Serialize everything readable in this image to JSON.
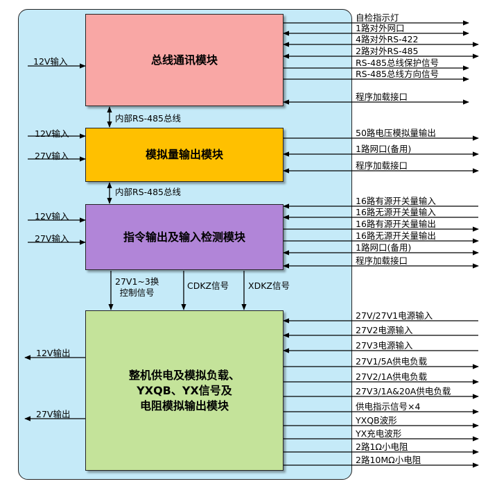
{
  "modules": {
    "bus": "总线通讯模块",
    "analog": "模拟量输出模块",
    "cmd": "指令输出及输入检测模块",
    "power": "整机供电及模拟负载、\nYXQB、YX信号及\n电阻模拟输出模块"
  },
  "internal_bus_label": "内部RS-485总线",
  "left_inputs": {
    "bus_12v": "12V输入",
    "analog_12v": "12V输入",
    "analog_27v": "27V输入",
    "cmd_12v": "12V输入",
    "cmd_27v": "27V输入"
  },
  "left_outputs": {
    "power_12v": "12V输出",
    "power_27v": "27V输出"
  },
  "control_signals": {
    "sig1": "27V1~3换\n控制信号",
    "sig2": "CDKZ信号",
    "sig3": "XDKZ信号"
  },
  "bus_signals": [
    "自检指示灯",
    "1路对外网口",
    "4路对外RS-422",
    "2路对外RS-485",
    "RS-485总线保护信号",
    "RS-485总线方向信号",
    "程序加载接口"
  ],
  "analog_signals": [
    "50路电压模拟量输出",
    "1路网口(备用)",
    "程序加载接口"
  ],
  "cmd_signals": [
    "16路有源开关量输入",
    "16路无源开关量输入",
    "16路有源开关量输出",
    "16路无源开关量输出",
    "1路网口(备用)",
    "程序加载接口"
  ],
  "power_signals": [
    "27V/27V1电源输入",
    "27V2电源输入",
    "27V3电源输入",
    "27V1/5A供电负载",
    "27V2/1A供电负载",
    "27V3/1A&20A供电负载",
    "供电指示信号×4",
    "YXQB波形",
    "YX充电波形",
    "2路1Ω小电阻",
    "2路10MΩ小电阻"
  ]
}
